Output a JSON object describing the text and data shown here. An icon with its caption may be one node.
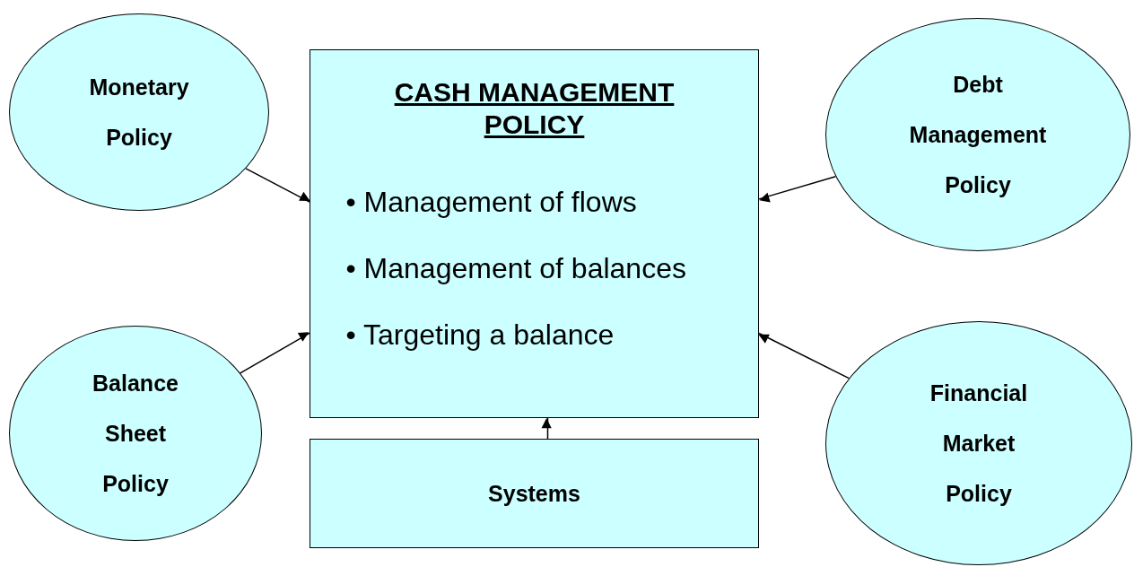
{
  "diagram": {
    "nodes": [
      {
        "text": [
          "Monetary Policy"
        ]
      },
      {
        "text": [
          "CASH MANAGEMENT POLICY",
          "• Management of flows",
          "• Management of balances",
          "• Targeting a balance"
        ]
      },
      {
        "text": [
          "Debt Management Policy"
        ]
      },
      {
        "text": [
          "Balance Sheet Policy"
        ]
      },
      {
        "text": [
          "Financial Market Policy"
        ]
      },
      {
        "text": [
          "Systems"
        ]
      }
    ],
    "edges": [
      {
        "from": 0,
        "to": 1,
        "arrow": "to"
      },
      {
        "from": 2,
        "to": 1,
        "arrow": "to"
      },
      {
        "from": 3,
        "to": 1,
        "arrow": "to"
      },
      {
        "from": 4,
        "to": 1,
        "arrow": "to"
      },
      {
        "from": 5,
        "to": 1,
        "arrow": "to"
      }
    ]
  }
}
